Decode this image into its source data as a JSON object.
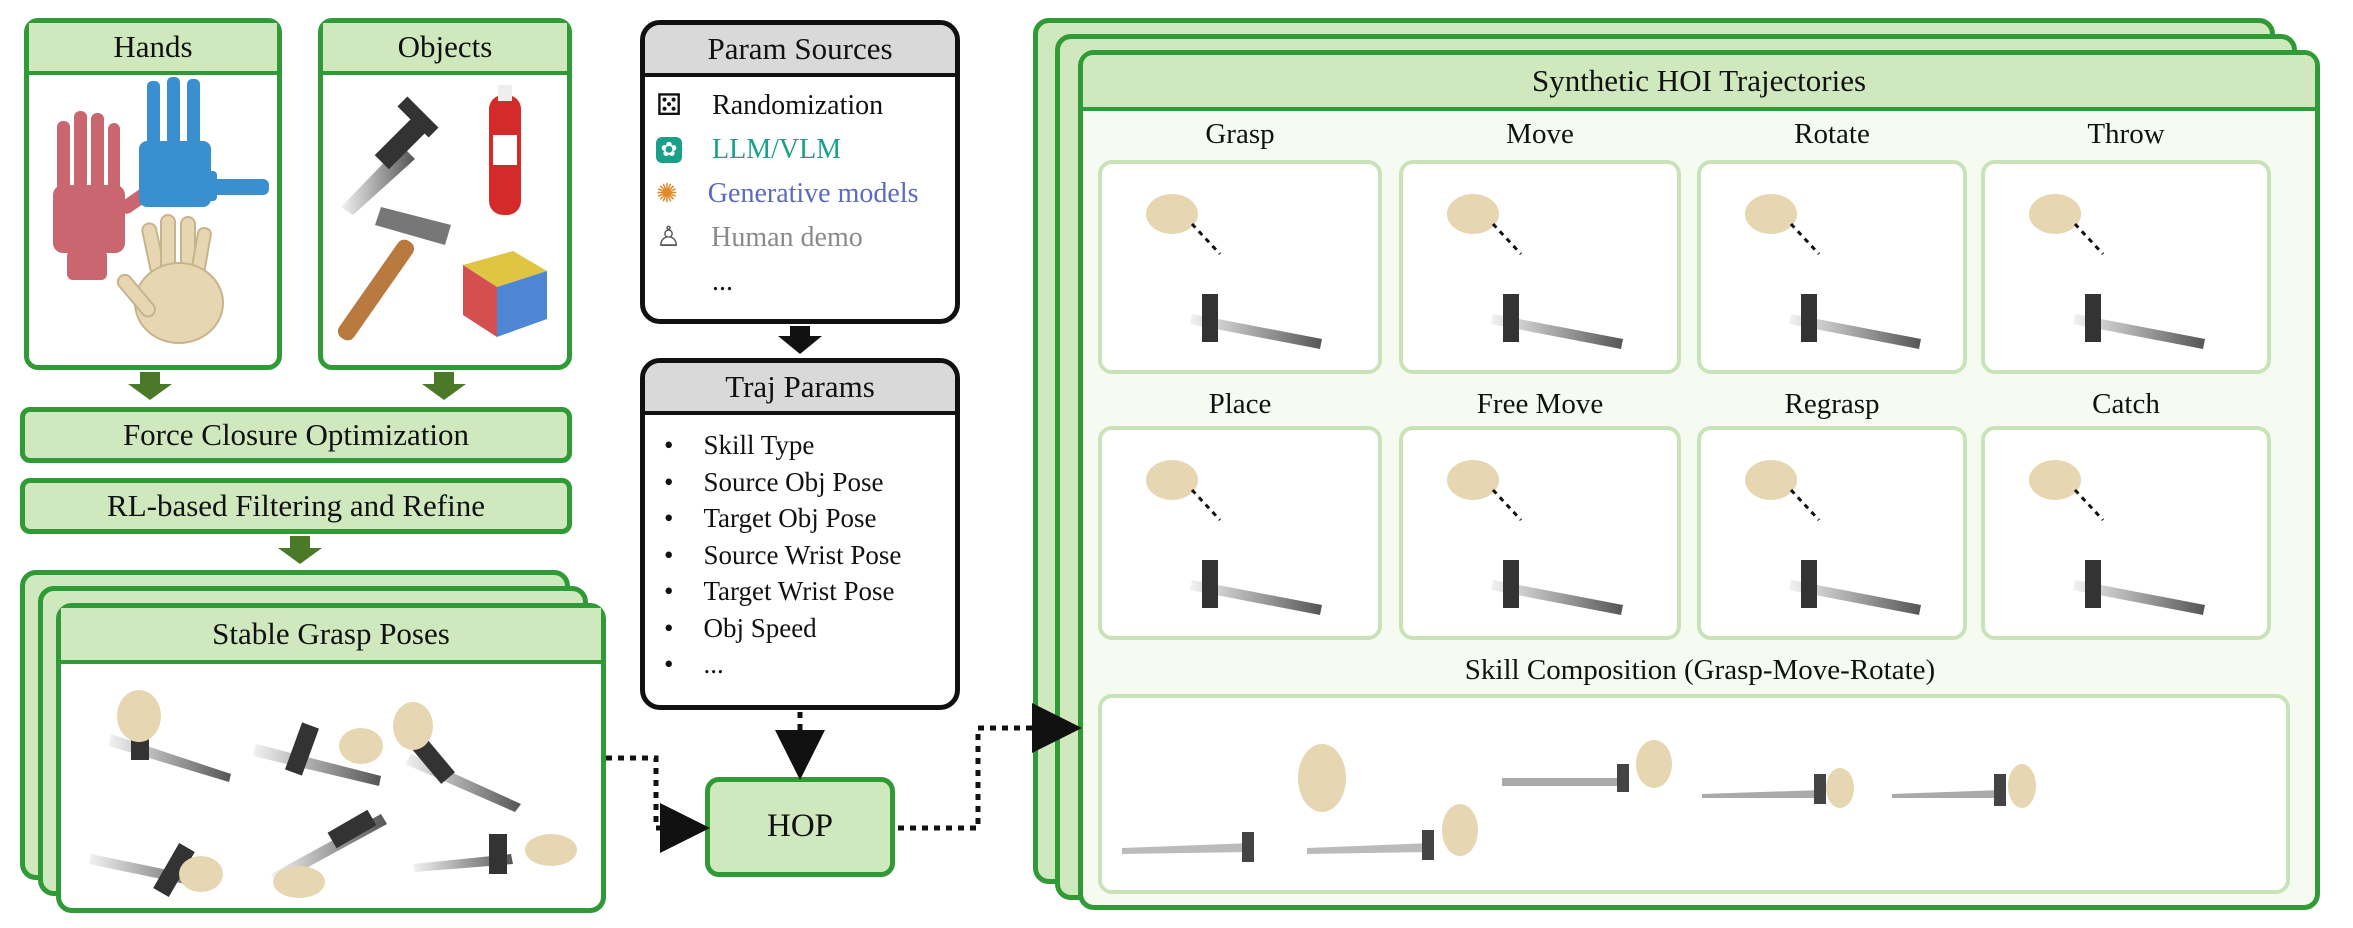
{
  "left": {
    "hands_title": "Hands",
    "objects_title": "Objects",
    "force_closure": "Force Closure Optimization",
    "rl_filter": "RL-based Filtering and Refine",
    "stable_grasp": "Stable Grasp Poses"
  },
  "middle": {
    "param_sources_title": "Param Sources",
    "sources": [
      {
        "label": "Randomization",
        "color": "#111111",
        "icon": "dice-icon"
      },
      {
        "label": "LLM/VLM",
        "color": "#19a08a",
        "icon": "llm-icon"
      },
      {
        "label": "Generative models",
        "color": "#5a6bc2",
        "icon": "generative-icon"
      },
      {
        "label": "Human demo",
        "color": "#8a8a8a",
        "icon": "human-icon"
      },
      {
        "label": "...",
        "color": "#111111",
        "icon": ""
      }
    ],
    "traj_params_title": "Traj Params",
    "params": [
      "Skill Type",
      "Source Obj Pose",
      "Target Obj Pose",
      "Source Wrist Pose",
      "Target Wrist Pose",
      "Obj Speed",
      "..."
    ],
    "hop": "HOP"
  },
  "right": {
    "title": "Synthetic HOI Trajectories",
    "skills_row1": [
      "Grasp",
      "Move",
      "Rotate",
      "Throw"
    ],
    "skills_row2": [
      "Place",
      "Free Move",
      "Regrasp",
      "Catch"
    ],
    "composition": "Skill Composition (Grasp-Move-Rotate)"
  },
  "colors": {
    "green_border": "#2f9a36",
    "green_fill": "#cfe8bd",
    "arrow_green": "#4a7a28",
    "gray_head": "#d9d9d9"
  }
}
